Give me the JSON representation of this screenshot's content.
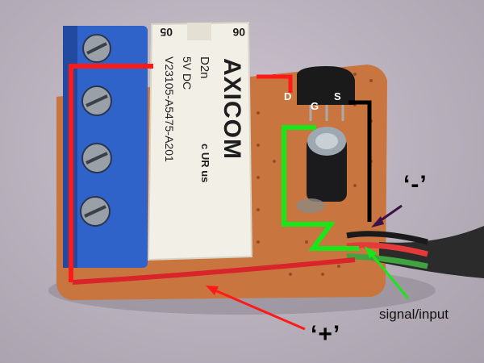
{
  "relay": {
    "pin_top_left": "05",
    "pin_top_right": "06",
    "brand": "AXICOM",
    "model": "D2n",
    "voltage": "5V DC",
    "part_number": "V23105-A5475-A201",
    "cert_mark": "c UR us"
  },
  "transistor_pins": {
    "d": "D",
    "g": "G",
    "s": "S"
  },
  "annotations": {
    "minus": "‘-’",
    "plus": "‘+’",
    "signal": "signal/input"
  },
  "colors": {
    "positive_wire": "#ff1a1a",
    "negative_wire": "#000000",
    "signal_wire": "#19e619",
    "terminal_block": "#2f63c9",
    "relay_body": "#f1efe6",
    "pcb": "#c8753f"
  }
}
